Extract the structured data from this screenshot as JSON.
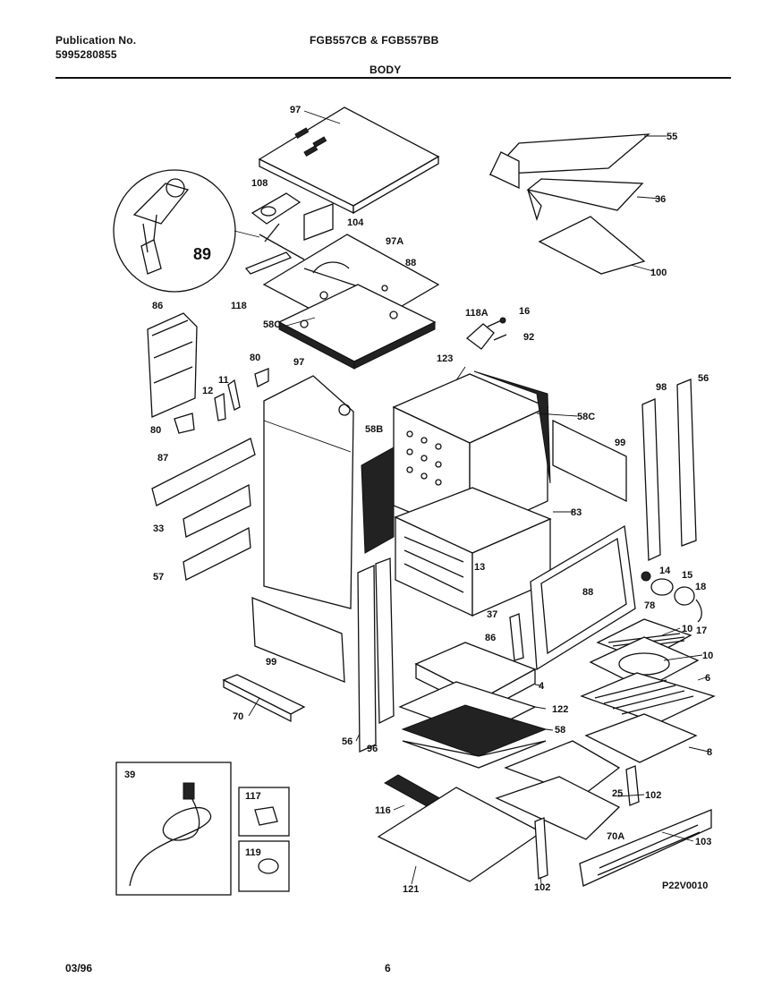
{
  "header": {
    "publication_label": "Publication No.",
    "publication_number": "5995280855",
    "models": "FGB557CB & FGB557BB",
    "section": "BODY"
  },
  "footer": {
    "date": "03/96",
    "page": "6"
  },
  "diagram": {
    "code": "P22V0010",
    "inset_main_label": "89",
    "parts": {
      "p97_top": "97",
      "p108": "108",
      "p104": "104",
      "p97A": "97A",
      "p88_top": "88",
      "p118": "118",
      "p58C_top": "58C",
      "p55": "55",
      "p36": "36",
      "p100": "100",
      "p118A": "118A",
      "p16": "16",
      "p92": "92",
      "p86_left": "86",
      "p80_a": "80",
      "p97_mid": "97",
      "p123": "123",
      "p11": "11",
      "p12": "12",
      "p80_b": "80",
      "p58B": "58B",
      "p58C_mid": "58C",
      "p98": "98",
      "p56_right": "56",
      "p99_right": "99",
      "p87": "87",
      "p33": "33",
      "p57": "57",
      "p83": "83",
      "p13": "13",
      "p37": "37",
      "p14": "14",
      "p15": "15",
      "p18": "18",
      "p17": "17",
      "p88_mid": "88",
      "p78": "78",
      "p10_a": "10",
      "p10_b": "10",
      "p6": "6",
      "p8": "8",
      "p86_mid": "86",
      "p4": "4",
      "p122": "122",
      "p58": "58",
      "p99_left": "99",
      "p70": "70",
      "p56_left": "56",
      "p96": "96",
      "p39": "39",
      "p117": "117",
      "p119": "119",
      "p116": "116",
      "p25": "25",
      "p102_a": "102",
      "p70A": "70A",
      "p103": "103",
      "p121": "121",
      "p102_b": "102"
    }
  }
}
